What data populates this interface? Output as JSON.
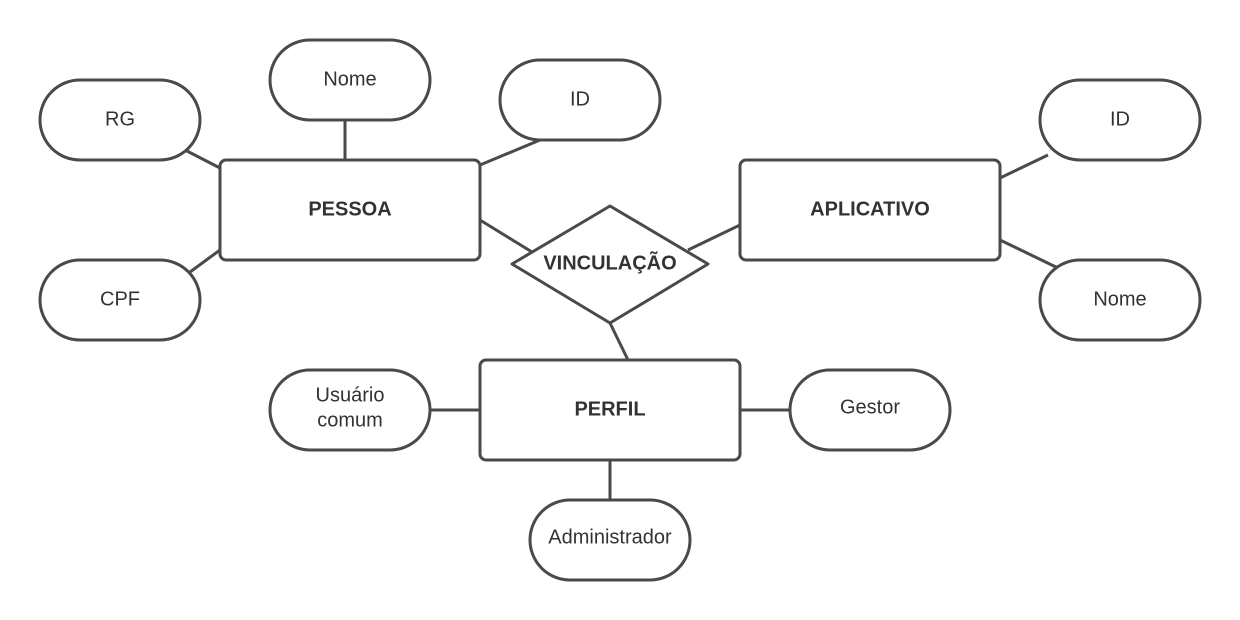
{
  "colors": {
    "stroke": "#4a4a4a",
    "text": "#333333",
    "background": "#ffffff"
  },
  "entities": {
    "pessoa": "PESSOA",
    "aplicativo": "APLICATIVO",
    "perfil": "PERFIL"
  },
  "relationship": {
    "vinculacao": "VINCULAÇÃO"
  },
  "attributes": {
    "pessoa": {
      "rg": "RG",
      "nome": "Nome",
      "id": "ID",
      "cpf": "CPF"
    },
    "aplicativo": {
      "id": "ID",
      "nome": "Nome"
    },
    "perfil": {
      "usuario_comum_line1": "Usuário",
      "usuario_comum_line2": "comum",
      "gestor": "Gestor",
      "administrador": "Administrador"
    }
  }
}
